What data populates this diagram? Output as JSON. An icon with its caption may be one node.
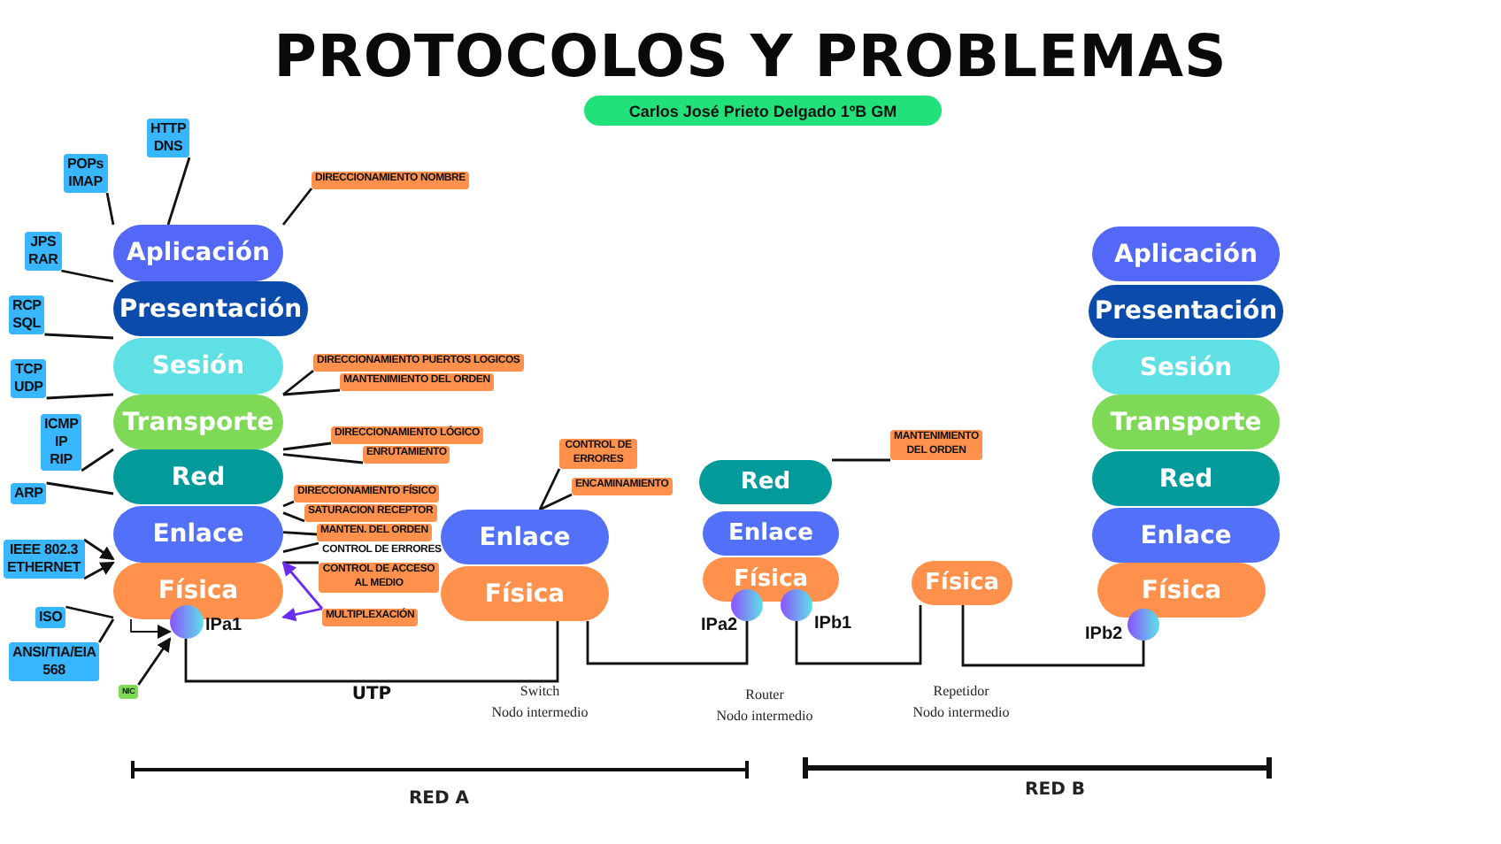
{
  "diagram": {
    "title": "PROTOCOLOS Y PROBLEMAS",
    "nodes": [
      {
        "text": [
          "Aplicación"
        ]
      },
      {
        "text": [
          "Presentación"
        ]
      },
      {
        "text": [
          "Sesión"
        ]
      },
      {
        "text": [
          "Transporte"
        ]
      },
      {
        "text": [
          "Red"
        ]
      },
      {
        "text": [
          "Enlace"
        ]
      },
      {
        "text": [
          "Física"
        ]
      },
      {
        "text": [
          "HTTP DNS"
        ]
      },
      {
        "text": [
          "POPs IMAP"
        ]
      },
      {
        "text": [
          "JPS RAR"
        ]
      },
      {
        "text": [
          "RCP SQL"
        ]
      },
      {
        "text": [
          "TCP UDP"
        ]
      },
      {
        "text": [
          "ICMP IP RIP"
        ]
      },
      {
        "text": [
          "ARP"
        ]
      },
      {
        "text": [
          "IEEE 802.3 ETHERNET"
        ]
      },
      {
        "text": [
          "ISO"
        ]
      },
      {
        "text": [
          "ANSI/TIA/EIA 568"
        ]
      },
      {
        "text": [
          "NIC"
        ]
      },
      {
        "text": [
          "DIRECCIONAMIENTO NOMBRE"
        ]
      },
      {
        "text": [
          "DIRECCIONAMIENTO PUERTOS LOGICOS"
        ]
      },
      {
        "text": [
          "MANTENIMIENTO DEL ORDEN"
        ]
      },
      {
        "text": [
          "DIRECCIONAMIENTO LÓGICO"
        ]
      },
      {
        "text": [
          "ENRUTAMIENTO"
        ]
      },
      {
        "text": [
          "DIRECCIONAMIENTO FÍSICO"
        ]
      },
      {
        "text": [
          "SATURACION RECEPTOR"
        ]
      },
      {
        "text": [
          "MANTEN. DEL ORDEN"
        ]
      },
      {
        "text": [
          "CONTROL DE ERRORES"
        ]
      },
      {
        "text": [
          "CONTROL DE ACCESO AL MEDIO"
        ]
      },
      {
        "text": [
          "MULTIPLEXACIÓN"
        ]
      },
      {
        "text": [
          "Enlace"
        ]
      },
      {
        "text": [
          "Física"
        ]
      },
      {
        "text": [
          "CONTROL DE ERRORES"
        ]
      },
      {
        "text": [
          "ENCAMINAMIENTO"
        ]
      },
      {
        "text": [
          "Red"
        ]
      },
      {
        "text": [
          "Enlace"
        ]
      },
      {
        "text": [
          "Física"
        ]
      },
      {
        "text": [
          "MANTENIMIENTO DEL ORDEN"
        ]
      },
      {
        "text": [
          "Física"
        ]
      },
      {
        "text": [
          "Aplicación"
        ]
      },
      {
        "text": [
          "Presentación"
        ]
      },
      {
        "text": [
          "Sesión"
        ]
      },
      {
        "text": [
          "Transporte"
        ]
      },
      {
        "text": [
          "Red"
        ]
      },
      {
        "text": [
          "Enlace"
        ]
      },
      {
        "text": [
          "Física"
        ]
      },
      {
        "text": [],
        "shape": "circle",
        "beside": [
          "IPa1"
        ]
      },
      {
        "text": [],
        "shape": "circle",
        "beside": [
          "IPa2"
        ]
      },
      {
        "text": [],
        "shape": "circle",
        "beside": [
          "IPb1"
        ]
      },
      {
        "text": [],
        "shape": "circle",
        "beside": [
          "IPb2"
        ]
      },
      {
        "text": [
          "Carlos José Prieto Delgado 1ºB GM"
        ]
      }
    ],
    "edges": [
      {
        "from": 7,
        "to": 0,
        "arrow": "none"
      },
      {
        "from": 8,
        "to": 0,
        "arrow": "none"
      },
      {
        "from": 9,
        "to": 1,
        "arrow": "none"
      },
      {
        "from": 10,
        "to": 2,
        "arrow": "none"
      },
      {
        "from": 11,
        "to": 3,
        "arrow": "none"
      },
      {
        "from": 12,
        "to": 4,
        "arrow": "none"
      },
      {
        "from": 13,
        "to": 4,
        "arrow": "none"
      },
      {
        "from": 14,
        "to": 5,
        "arrow": "to"
      },
      {
        "from": 14,
        "to": 6,
        "arrow": "to"
      },
      {
        "from": 15,
        "to": 6,
        "arrow": "none"
      },
      {
        "from": 16,
        "to": 6,
        "arrow": "none"
      },
      {
        "from": 17,
        "to": 45,
        "arrow": "to"
      },
      {
        "from": 6,
        "to": 45,
        "arrow": "to"
      },
      {
        "from": 18,
        "to": 0,
        "arrow": "none"
      },
      {
        "from": 19,
        "to": 3,
        "arrow": "none"
      },
      {
        "from": 20,
        "to": 3,
        "arrow": "none"
      },
      {
        "from": 21,
        "to": 4,
        "arrow": "none"
      },
      {
        "from": 22,
        "to": 4,
        "arrow": "none"
      },
      {
        "from": 23,
        "to": 5,
        "arrow": "none"
      },
      {
        "from": 24,
        "to": 5,
        "arrow": "none"
      },
      {
        "from": 25,
        "to": 5,
        "arrow": "none"
      },
      {
        "from": 26,
        "to": 5,
        "arrow": "none"
      },
      {
        "from": 27,
        "to": 5,
        "arrow": "none"
      },
      {
        "from": 28,
        "to": 5,
        "arrow": "to",
        "color": "#6a2cf0"
      },
      {
        "from": 28,
        "to": 6,
        "arrow": "to",
        "color": "#6a2cf0"
      },
      {
        "from": 31,
        "to": 29,
        "arrow": "none"
      },
      {
        "from": 32,
        "to": 29,
        "arrow": "none"
      },
      {
        "from": 36,
        "to": 33,
        "arrow": "none"
      },
      {
        "from": 45,
        "to": 30,
        "arrow": "none",
        "label": "UTP"
      },
      {
        "from": 30,
        "to": 46,
        "arrow": "none"
      },
      {
        "from": 47,
        "to": 37,
        "arrow": "none"
      },
      {
        "from": 37,
        "to": 48,
        "arrow": "none"
      }
    ],
    "labels": [
      "Switch",
      "Nodo intermedio",
      "Router",
      "Nodo intermedio",
      "Repetidor",
      "Nodo intermedio",
      "RED A",
      "RED B"
    ]
  }
}
